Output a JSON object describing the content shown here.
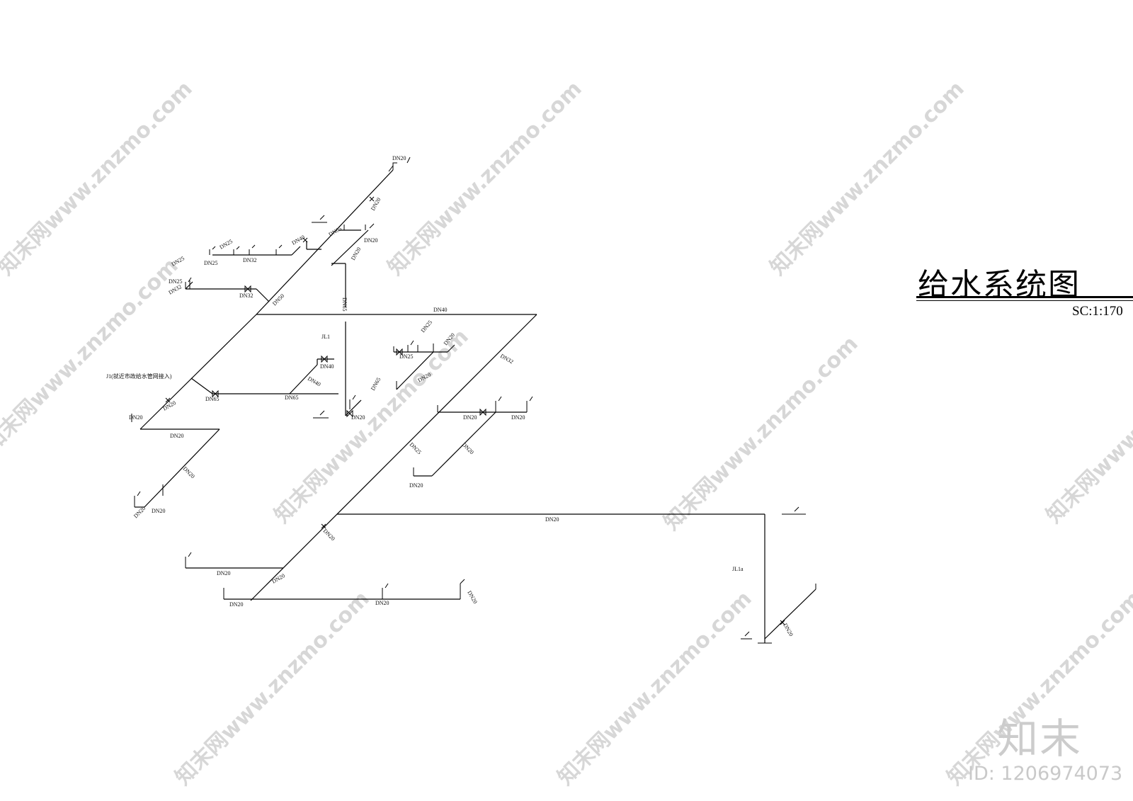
{
  "drawing": {
    "title": "给水系统图",
    "scale": "SC:1:170"
  },
  "watermark": {
    "text": "知末网www.znzmo.com",
    "logo": "知末",
    "id_text": "ID: 1206974073"
  },
  "labels": {
    "dn20": "DN20",
    "dn25": "DN25",
    "dn32": "DN32",
    "dn40": "DN40",
    "dn50": "DN50",
    "dn65": "DN65",
    "jl1": "JL1",
    "jl1_source": "J1(就近市政给水管网接入)",
    "jl1a": "JL1a"
  }
}
